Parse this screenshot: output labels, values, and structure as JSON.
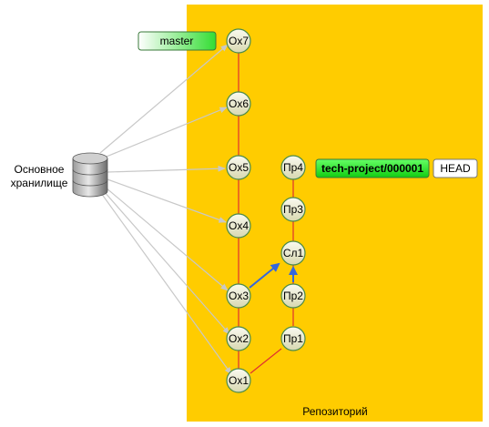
{
  "repository": {
    "label": "Репозиторий",
    "fill": "#ffcc00"
  },
  "storage": {
    "line1": "Основное",
    "line2": "хранилище",
    "icon": "database-icon"
  },
  "branch_tags": {
    "master": "master",
    "tech_project": "tech-project/000001",
    "head": "HEAD"
  },
  "commits": {
    "ox7": "Ox7",
    "ox6": "Ox6",
    "ox5": "Ox5",
    "ox4": "Ox4",
    "ox3": "Ox3",
    "ox2": "Ox2",
    "ox1": "Ox1",
    "pr4": "Пр4",
    "pr3": "Пр3",
    "merge1": "Сл1",
    "pr2": "Пр2",
    "pr1": "Пр1"
  },
  "colors": {
    "history_line": "#e03030",
    "merge_arrow": "#3366dd",
    "import_arrow": "#c8c8c8",
    "node_fill": "#eeeecc",
    "node_stroke": "#4a8a4a",
    "branch_tag_fill": "#22dd22"
  }
}
